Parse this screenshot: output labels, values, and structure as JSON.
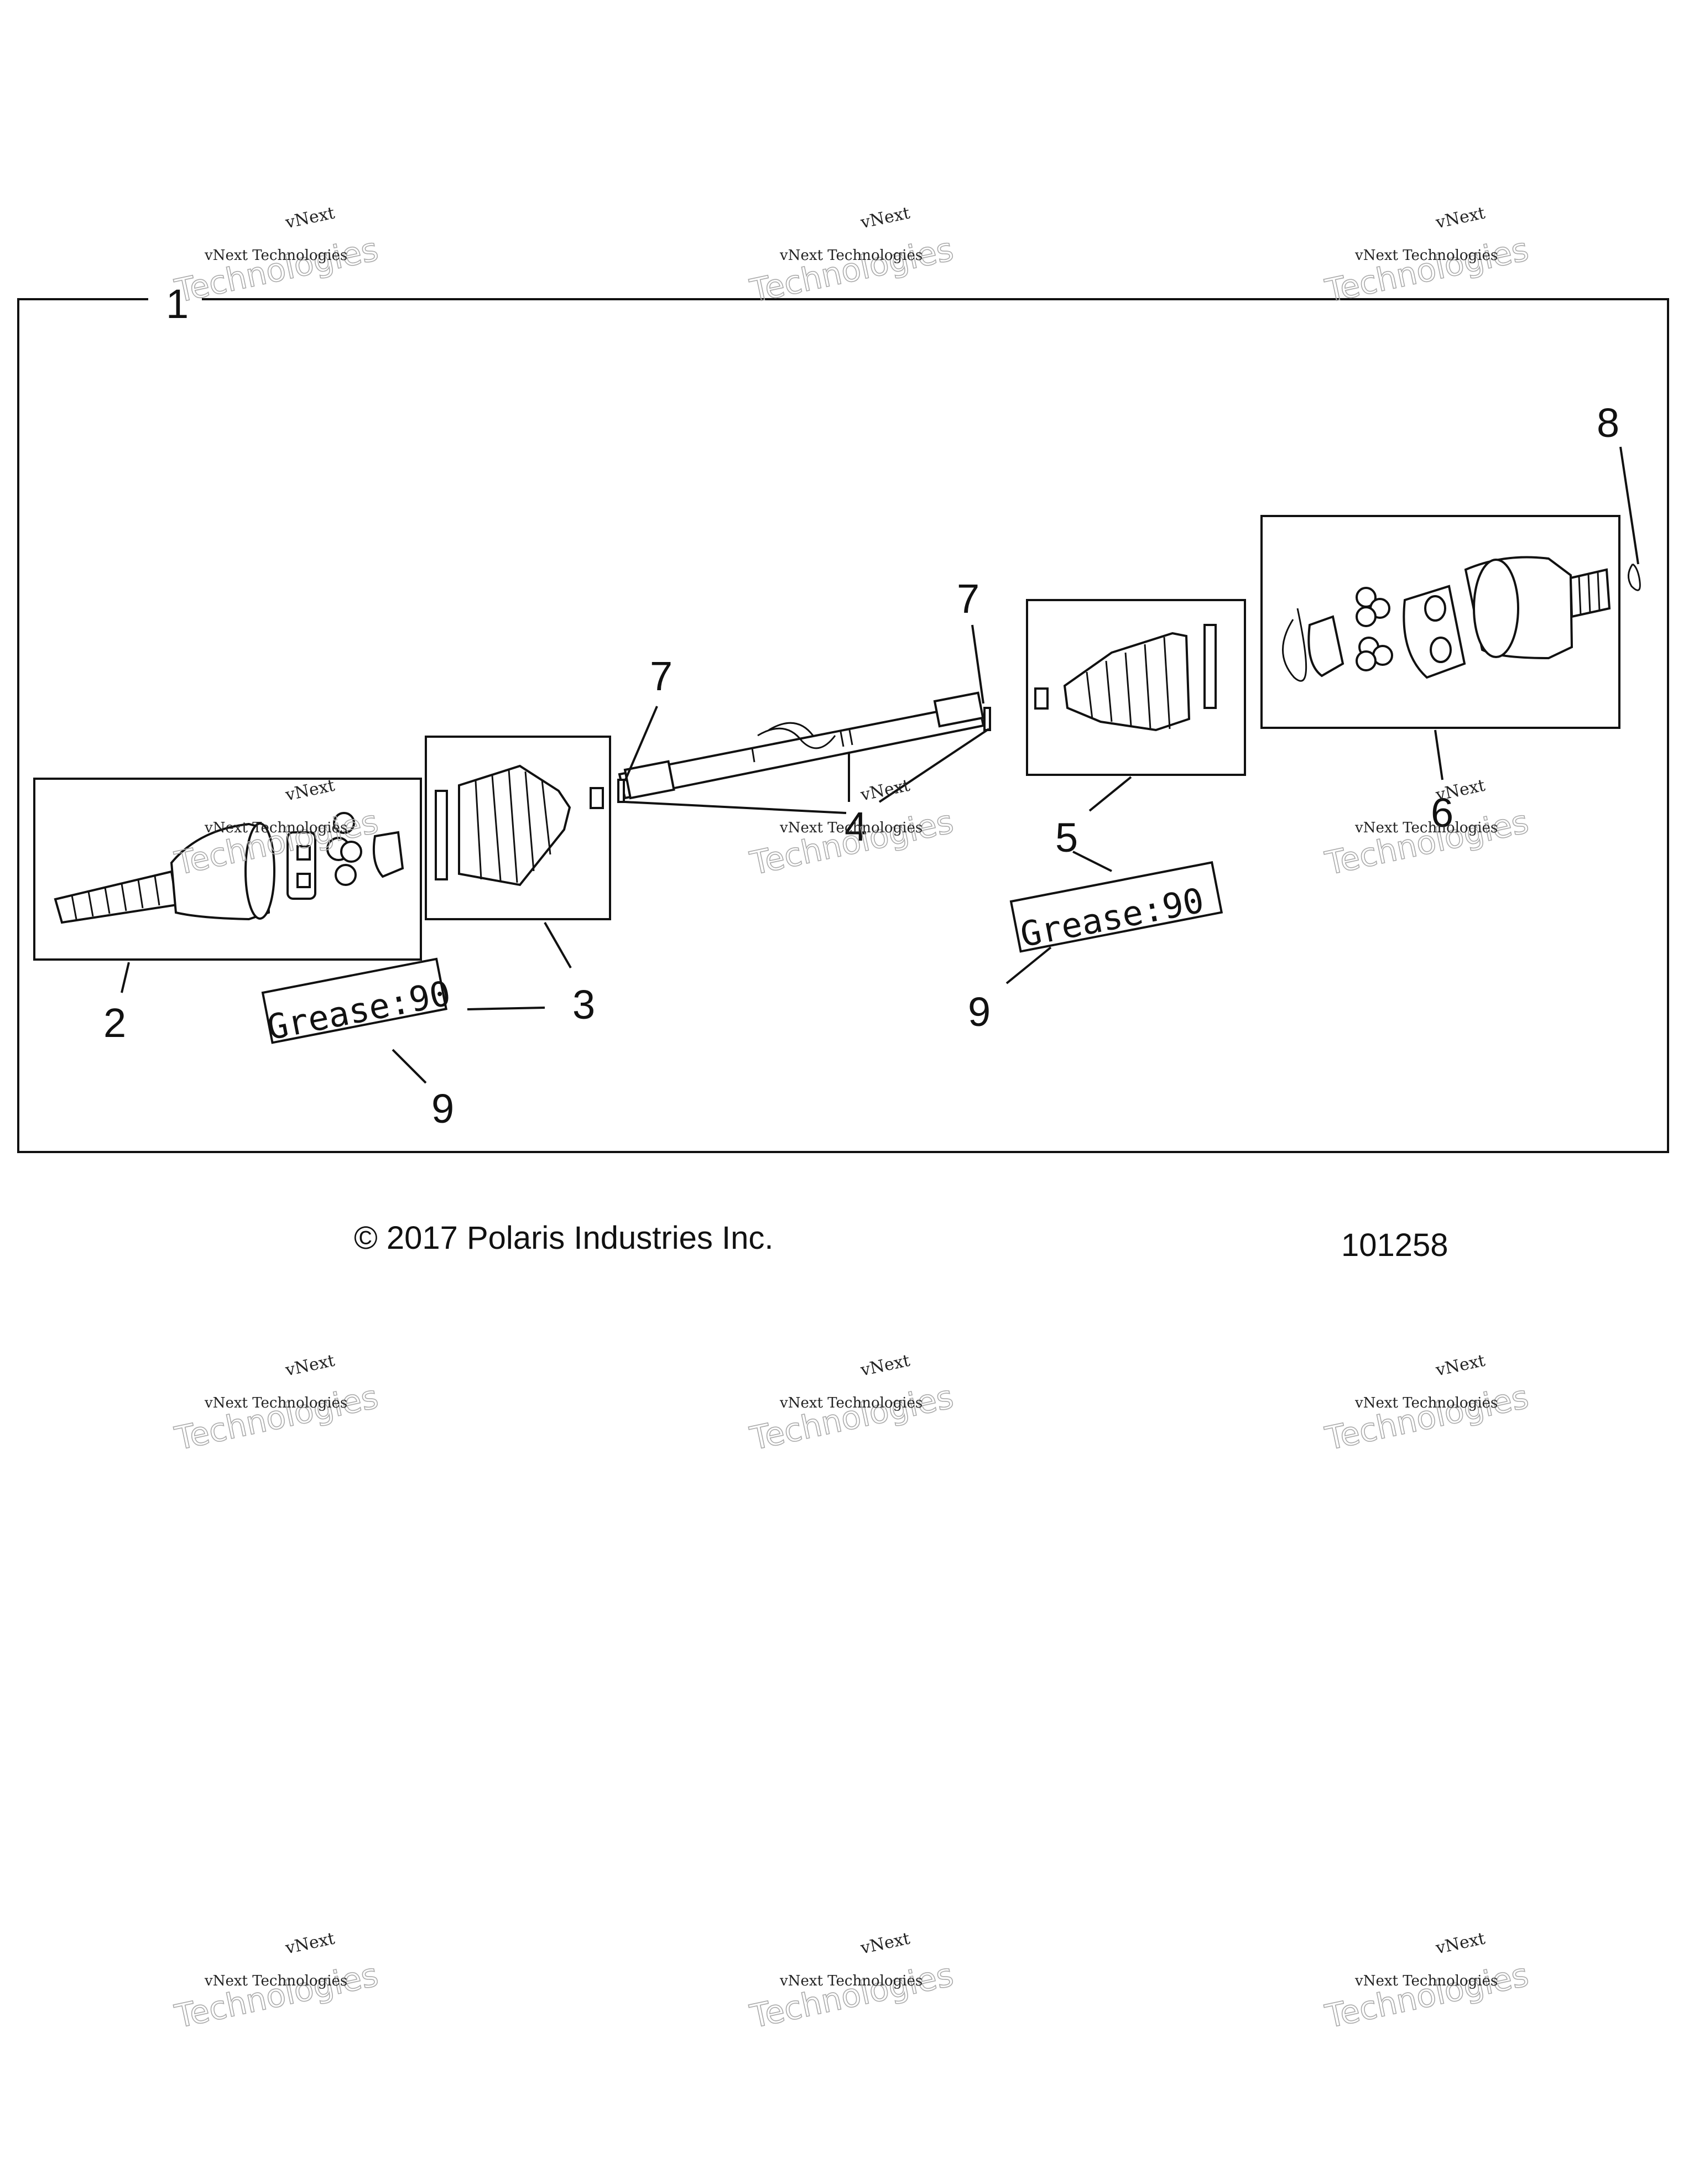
{
  "callouts": [
    "1",
    "2",
    "3",
    "4",
    "5",
    "6",
    "7",
    "7",
    "8",
    "9",
    "9"
  ],
  "grease_labels": [
    "Grease:90",
    "Grease:90"
  ],
  "footer": {
    "copyright": "© 2017 Polaris Industries Inc.",
    "figure_number": "101258"
  },
  "watermark": {
    "line1": "vNext",
    "line2": "Technologies",
    "line3": "vNext Technologies"
  },
  "colors": {
    "ink": "#111111",
    "watermark_outline": "#aaaaaa"
  }
}
